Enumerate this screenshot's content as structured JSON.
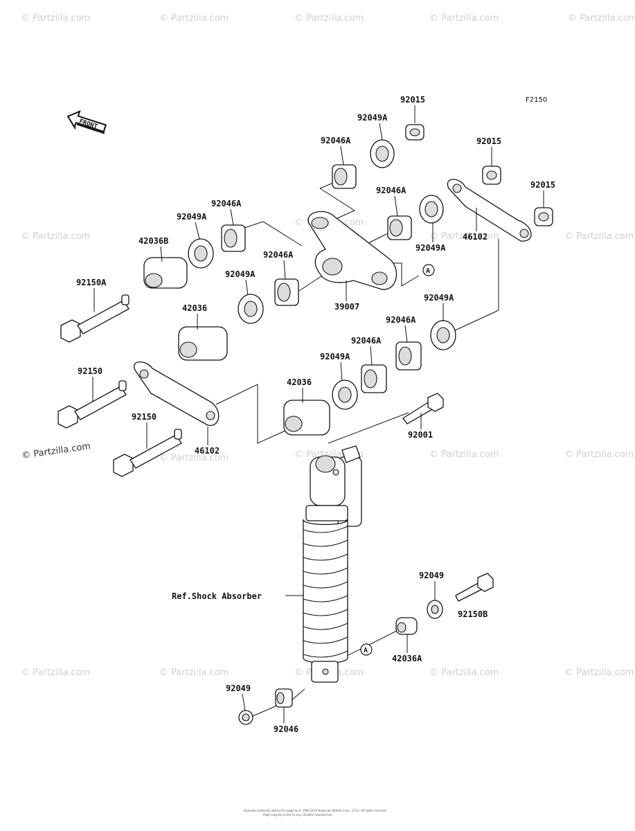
{
  "diagram": {
    "figure_code": "F2150",
    "front_arrow_label": "FRONT",
    "ref_label": "Ref.Shock Absorber",
    "connector_marker": "A",
    "watermark": "© Partzilla.com",
    "copyright_line1": "Kawasaki materials within this page by © 1995-2019 Kawasaki Motors Corp., U.S.A. All rights reserved.",
    "copyright_line2": "Page copying is only to any unlawful reproduction.",
    "labels": {
      "p92015_top": "92015",
      "p92049A_top": "92049A",
      "p92046A_top": "92046A",
      "p92015_mid": "92015",
      "p92015_right": "92015",
      "p92046A_right": "92046A",
      "p92049A_right": "92049A",
      "p46102_right": "46102",
      "p92046A_left": "92046A",
      "p92049A_left": "92049A",
      "p42036B": "42036B",
      "p92046A_center": "92046A",
      "p92049A_center": "92049A",
      "p39007": "39007",
      "p92150A": "92150A",
      "p42036_left": "42036",
      "p92049A_lower": "92049A",
      "p92046A_lower": "92046A",
      "p92046A_lower2": "92046A",
      "p92049A_lower2": "92049A",
      "p92150_a": "92150",
      "p92150_b": "92150",
      "p42036_center": "42036",
      "p46102_left": "46102",
      "p92001": "92001",
      "p92049_right": "92049",
      "p92150B": "92150B",
      "p42036A": "42036A",
      "p92049_bottom": "92049",
      "p92046_bottom": "92046"
    }
  }
}
